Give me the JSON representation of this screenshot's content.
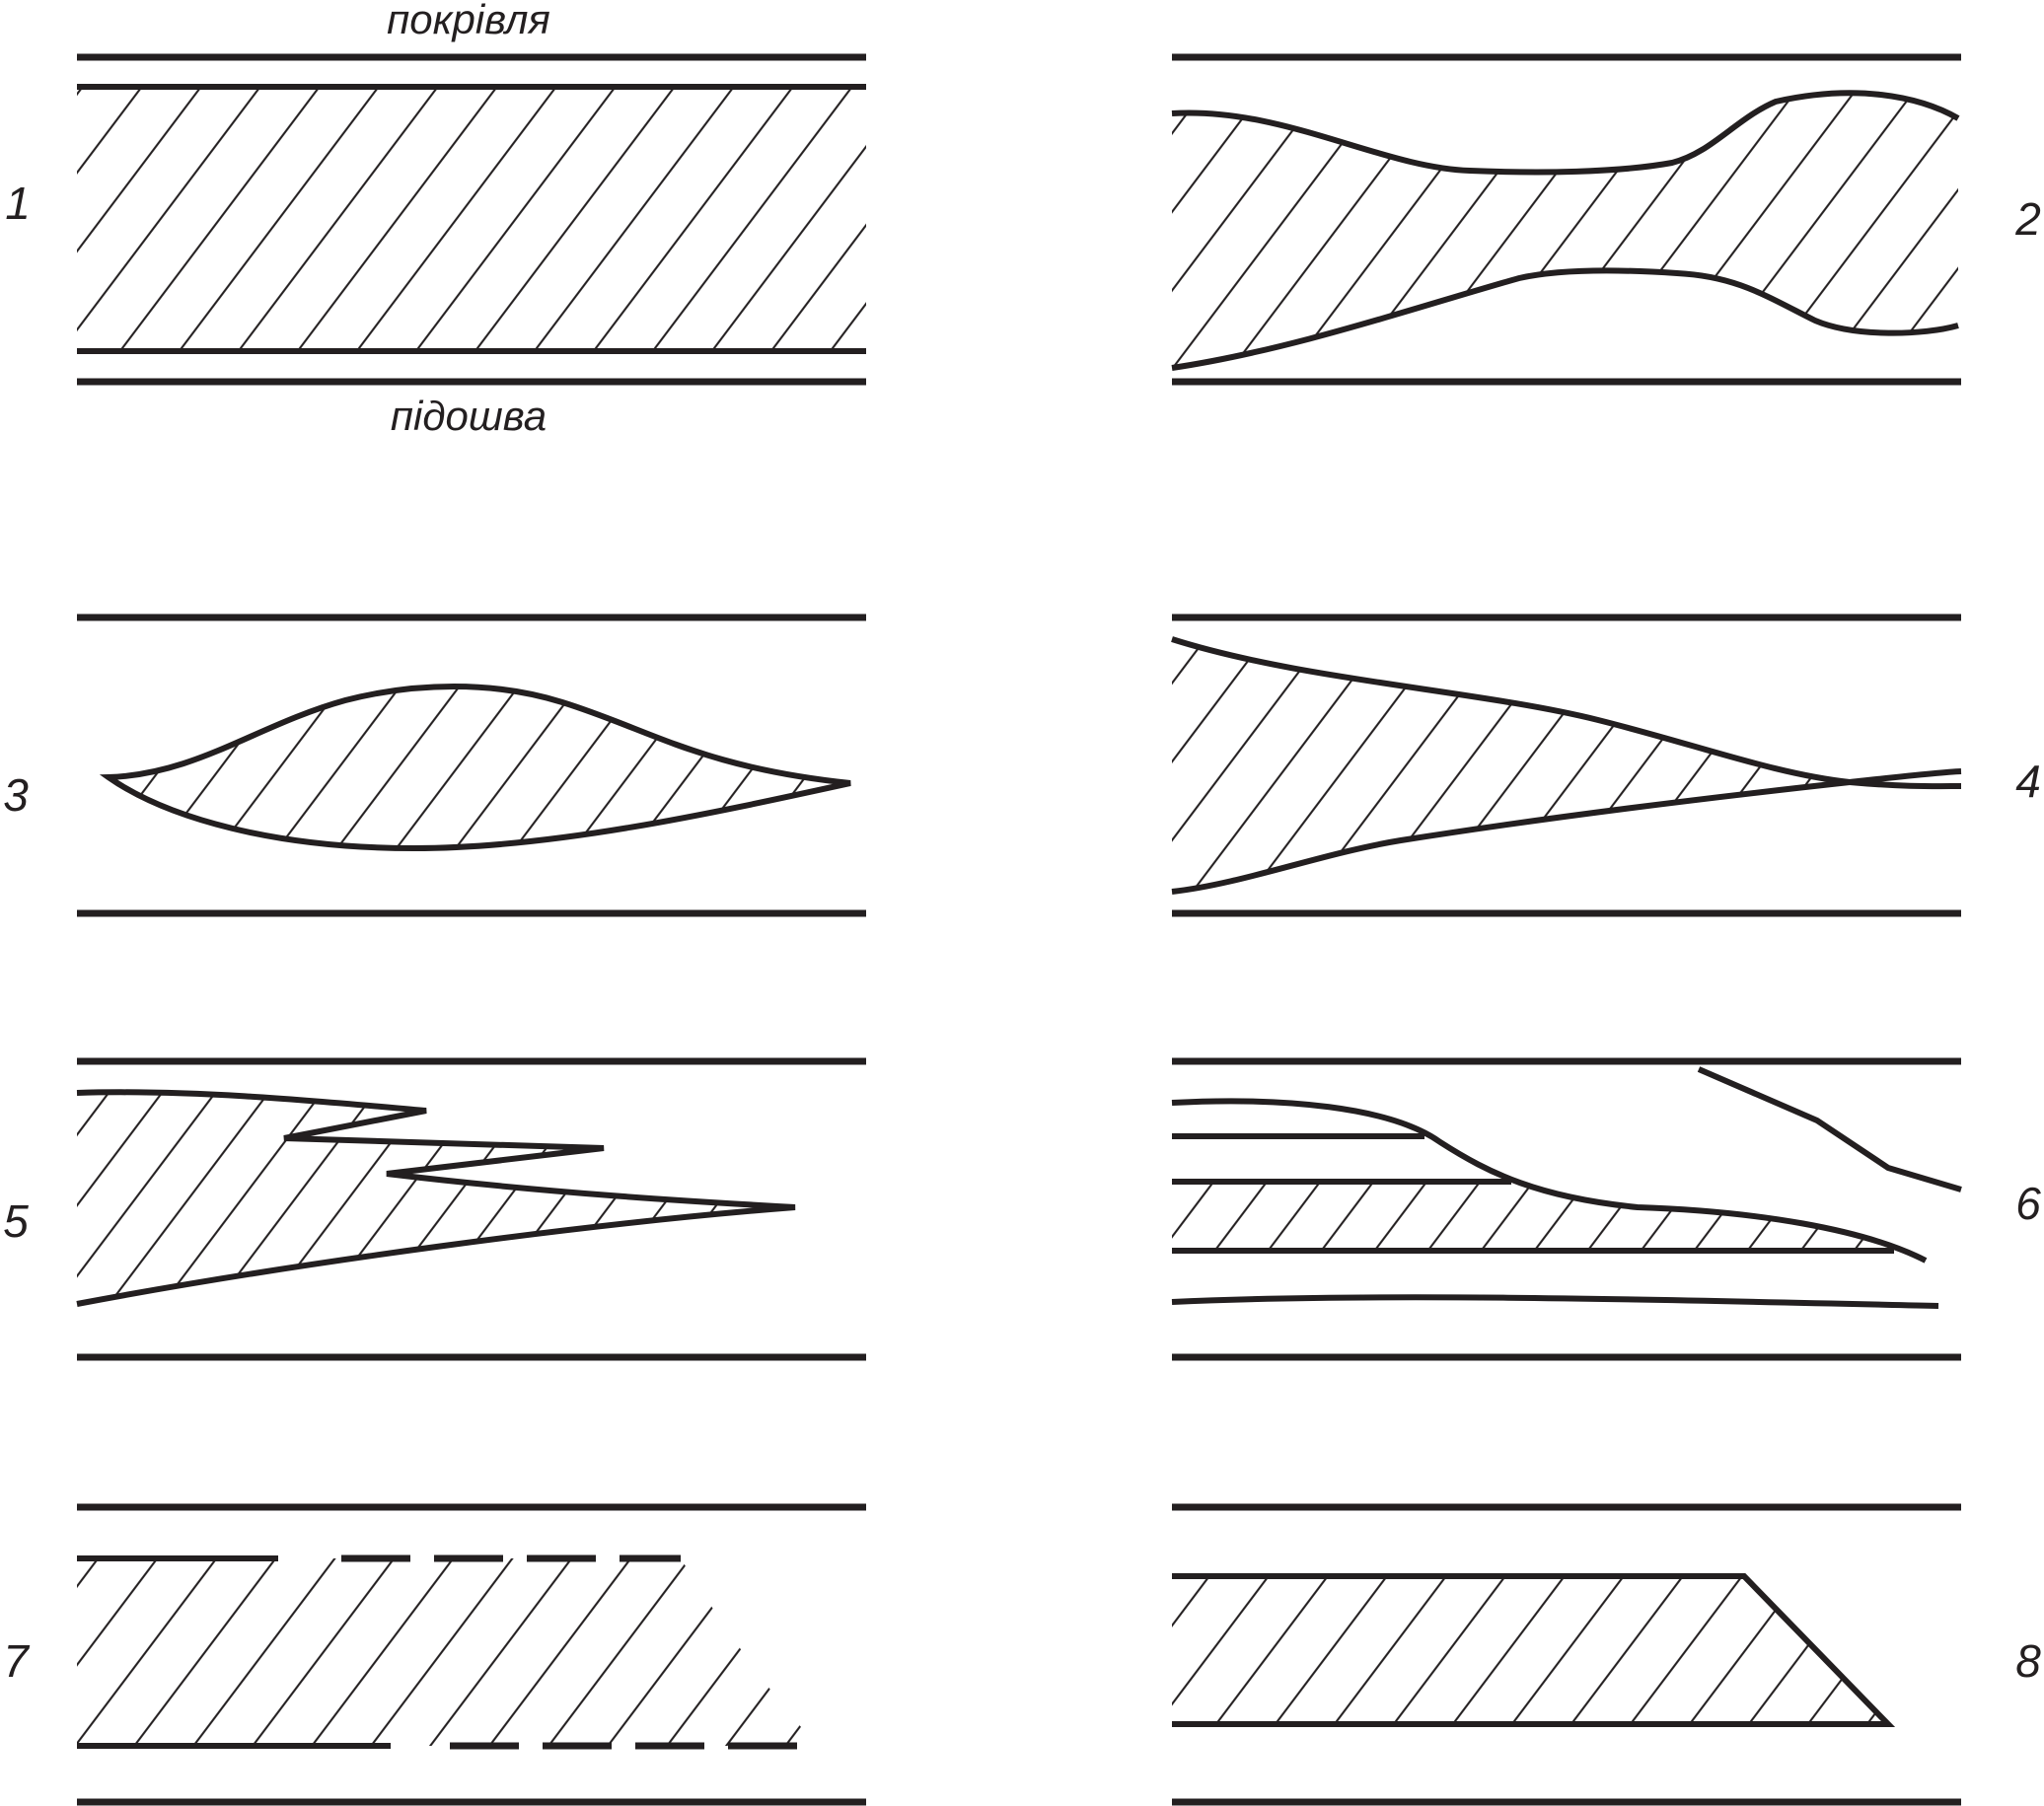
{
  "labels": {
    "roof": "покрівля",
    "floor": "підошва"
  },
  "panels": [
    {
      "number": "1"
    },
    {
      "number": "2"
    },
    {
      "number": "3"
    },
    {
      "number": "4"
    },
    {
      "number": "5"
    },
    {
      "number": "6"
    },
    {
      "number": "7"
    },
    {
      "number": "8"
    }
  ],
  "colors": {
    "line": "#231f20",
    "background": "#ffffff"
  }
}
